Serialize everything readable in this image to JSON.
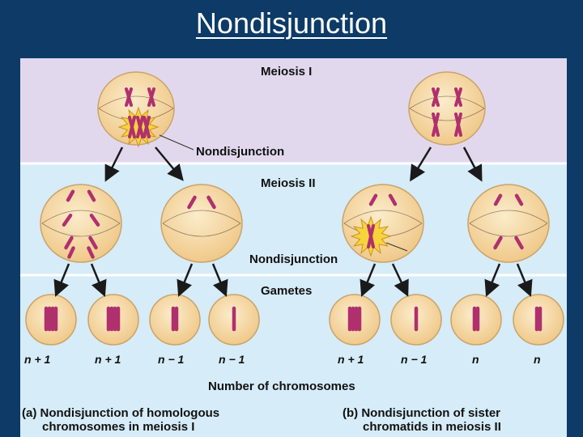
{
  "slide": {
    "title": "Nondisjunction"
  },
  "diagram": {
    "labels": {
      "meiosis_1": "Meiosis I",
      "meiosis_2": "Meiosis II",
      "gametes": "Gametes",
      "nondisjunction_top": "Nondisjunction",
      "nondisjunction_mid": "Nondisjunction",
      "number_of_chromosomes": "Number of chromosomes"
    },
    "gamete_counts": [
      "n + 1",
      "n + 1",
      "n − 1",
      "n − 1",
      "n + 1",
      "n − 1",
      "n",
      "n"
    ],
    "captions": {
      "a_line1": "(a) Nondisjunction of homologous",
      "a_line2": "chromosomes in meiosis I",
      "b_line1": "(b) Nondisjunction of sister",
      "b_line2": "chromatids in meiosis II"
    }
  },
  "colors": {
    "slide_background": "#0d3a66",
    "meiosis_1_band": "#e2d8ee",
    "meiosis_2_band": "#d6ecf8",
    "gametes_band": "#d6ecf8",
    "cell_fill": "#f6d79e",
    "cell_stroke": "#c9a46a",
    "chromosome": "#b0306e",
    "nondisjunction_burst": "#f7d43a"
  }
}
